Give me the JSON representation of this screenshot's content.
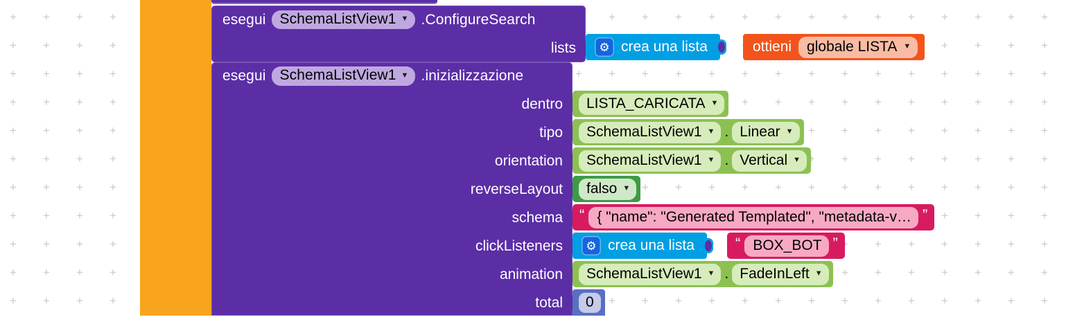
{
  "workspace": {
    "background_color": "#ffffff",
    "grid_mark": "+",
    "gutter_color": "#f9a41d"
  },
  "blocks": {
    "block1": {
      "keyword": "esegui",
      "component": "SchemaListView1",
      "method": ".ConfigureSearch",
      "color": "#5b2ea6",
      "params": [
        {
          "label": "lists"
        }
      ],
      "lists_value": {
        "create_list_label": "crea una lista",
        "gear_icon": "gear-icon",
        "create_list_color": "#009fe3",
        "get_label": "ottieni",
        "get_variable": "globale LISTA",
        "get_color": "#f2541b"
      }
    },
    "block2": {
      "keyword": "esegui",
      "component": "SchemaListView1",
      "method": ".inizializzazione",
      "color": "#5b2ea6",
      "rows": [
        {
          "label": "dentro",
          "kind": "enum-single",
          "value": "LISTA_CARICATA"
        },
        {
          "label": "tipo",
          "kind": "enum-dotted",
          "owner": "SchemaListView1",
          "value": "Linear"
        },
        {
          "label": "orientation",
          "kind": "enum-dotted",
          "owner": "SchemaListView1",
          "value": "Vertical"
        },
        {
          "label": "reverseLayout",
          "kind": "bool",
          "value": "falso"
        },
        {
          "label": "schema",
          "kind": "string",
          "value": "{   \"name\": \"Generated Templated\",   \"metadata-v…"
        },
        {
          "label": "clickListeners",
          "kind": "list-string",
          "create_list_label": "crea una lista",
          "value": "BOX_BOT"
        },
        {
          "label": "animation",
          "kind": "enum-dotted",
          "owner": "SchemaListView1",
          "value": "FadeInLeft"
        },
        {
          "label": "total",
          "kind": "number",
          "value": "0"
        }
      ]
    }
  },
  "colors": {
    "purple": "#5b2ea6",
    "purple_field": "#bfa8e0",
    "green": "#8cc152",
    "green_light": "#d6ecbb",
    "green_bool": "#3d9b47",
    "blue": "#009fe3",
    "orange": "#f2541b",
    "pink": "#d81b60",
    "number_blue": "#5a6fc0",
    "gutter_orange": "#f9a41d"
  }
}
